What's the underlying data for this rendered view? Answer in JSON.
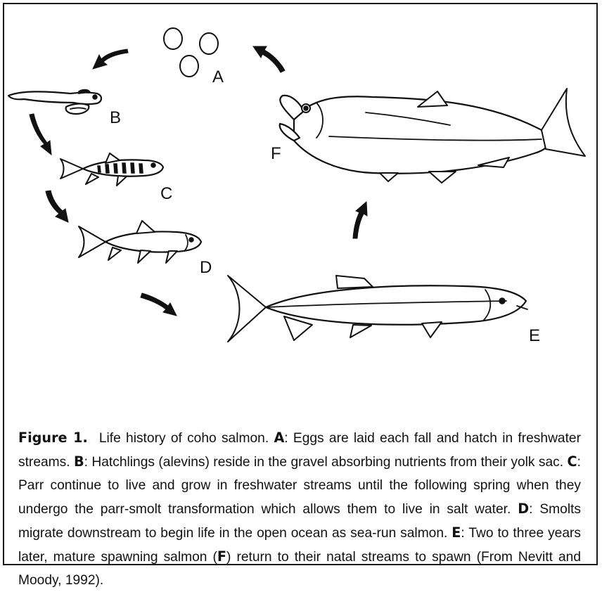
{
  "labels": {
    "a": "A",
    "b": "B",
    "c": "C",
    "d": "D",
    "e": "E",
    "f": "F"
  },
  "caption": {
    "figure_number": "Figure 1.",
    "intro": "Life history of coho salmon.",
    "items": [
      {
        "key": "A",
        "text": ": Eggs are laid each fall and hatch in freshwater streams."
      },
      {
        "key": "B",
        "text": ": Hatchlings (alevins) reside in the gravel absorbing nutrients from their yolk sac."
      },
      {
        "key": "C",
        "text": ": Parr continue to live and grow in freshwater streams until the following spring when they undergo the parr-smolt transformation which allows them to live in salt water."
      },
      {
        "key": "D",
        "text": ": Smolts migrate downstream to begin life in the open ocean as sea-run salmon."
      },
      {
        "key": "E",
        "text": ": Two to three years later, mature spawning salmon ("
      }
    ],
    "paren_key": "F",
    "ending": ") return to their natal streams to spawn (From Nevitt and Moody, 1992)."
  }
}
